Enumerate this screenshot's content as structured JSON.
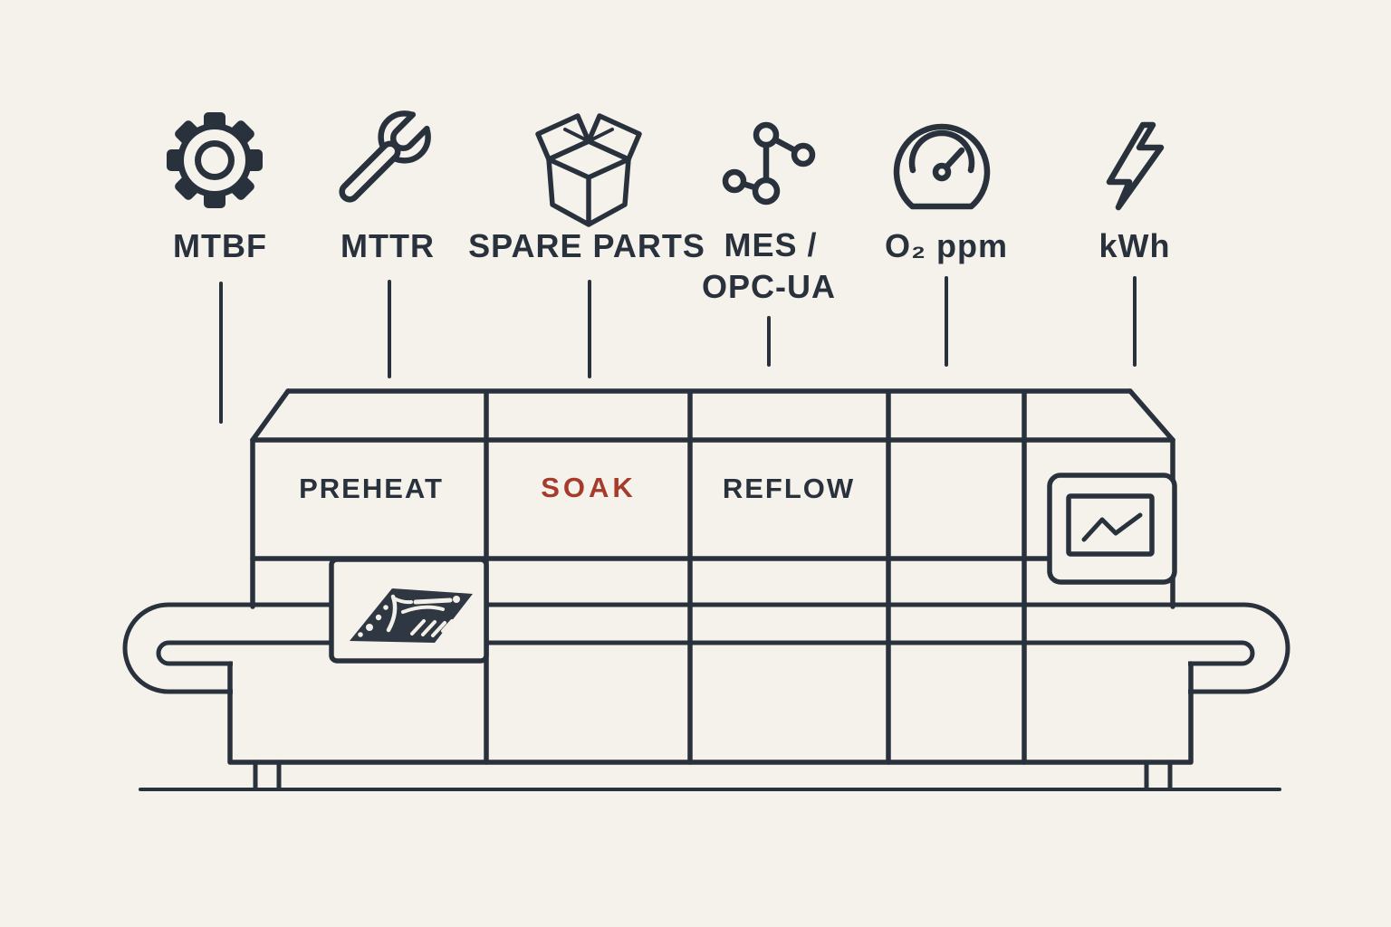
{
  "diagram": {
    "metrics": [
      {
        "label": "MTBF",
        "icon": "gear-icon"
      },
      {
        "label": "MTTR",
        "icon": "wrench-icon"
      },
      {
        "label": "SPARE PARTS",
        "icon": "open-box-icon"
      },
      {
        "label": "MES /",
        "label2": "OPC-UA",
        "icon": "network-nodes-icon"
      },
      {
        "label": "O₂ ppm",
        "icon": "gauge-icon"
      },
      {
        "label": "kWh",
        "icon": "lightning-bolt-icon"
      }
    ],
    "oven": {
      "zones": [
        {
          "label": "PREHEAT",
          "highlight": false
        },
        {
          "label": "SOAK",
          "highlight": true
        },
        {
          "label": "REFLOW",
          "highlight": false
        },
        {
          "label": "",
          "highlight": false
        }
      ],
      "display_panel": {
        "icon": "trend-line-icon"
      },
      "conveyor_item": {
        "icon": "pcb-board-icon"
      }
    },
    "colors": {
      "background": "#f5f2eb",
      "line": "#29323c",
      "accent": "#a63b2c"
    }
  }
}
